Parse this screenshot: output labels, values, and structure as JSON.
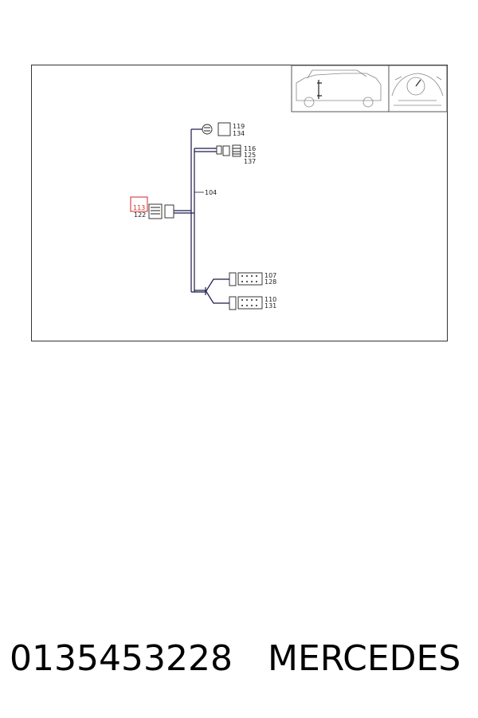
{
  "diagram": {
    "branch_label": "104",
    "highlighted_callout": {
      "top": "113",
      "bottom": "122"
    },
    "connectors": {
      "top_round": [
        "119",
        "134"
      ],
      "top_multi": [
        "116",
        "125",
        "137"
      ],
      "lower_a": [
        "107",
        "128"
      ],
      "lower_b": [
        "110",
        "131"
      ]
    },
    "highlight_color": "#e0484a",
    "line_color": "#1a1a4a"
  },
  "footer": {
    "part_number": "0135453228",
    "brand": "MERCEDES"
  }
}
